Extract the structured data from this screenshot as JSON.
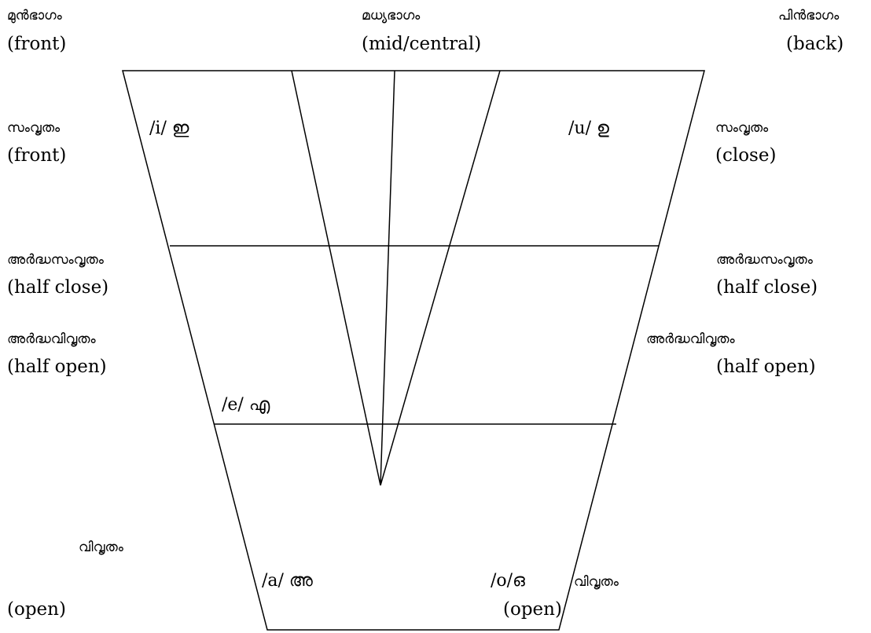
{
  "columns": {
    "front": {
      "ml": "മുൻഭാഗം",
      "en": "(front)"
    },
    "central": {
      "ml": "മധ്യഭാഗം",
      "en": "(mid/central)"
    },
    "back": {
      "ml": "പിൻഭാഗം",
      "en": "(back)"
    }
  },
  "rows": {
    "close_left": {
      "ml": "സംവൃതം",
      "en": "(front)"
    },
    "close_right": {
      "ml": "സംവൃതം",
      "en": "(close)"
    },
    "half_close_left": {
      "ml": "അർദ്ധസംവൃതം",
      "en": "(half close)"
    },
    "half_close_right": {
      "ml": "അർദ്ധസംവൃതം",
      "en": "(half close)"
    },
    "half_open_left": {
      "ml": "അർദ്ധവിവൃതം",
      "en": "(half open)"
    },
    "half_open_right": {
      "ml": "അർദ്ധവിവൃതം",
      "en": "(half open)"
    },
    "open_left": {
      "ml": "വിവൃതം",
      "en": "(open)"
    },
    "open_right": {
      "ml": "വിവൃതം",
      "en": "(open)"
    }
  },
  "vowels": {
    "i": "/i/ ഇ",
    "u": "/u/ ഉ",
    "e": "/e/ എ",
    "a": "/a/ അ",
    "o": "/o/ഒ"
  },
  "colors": {
    "line": "#000000",
    "text": "#000000",
    "background": "#ffffff"
  }
}
